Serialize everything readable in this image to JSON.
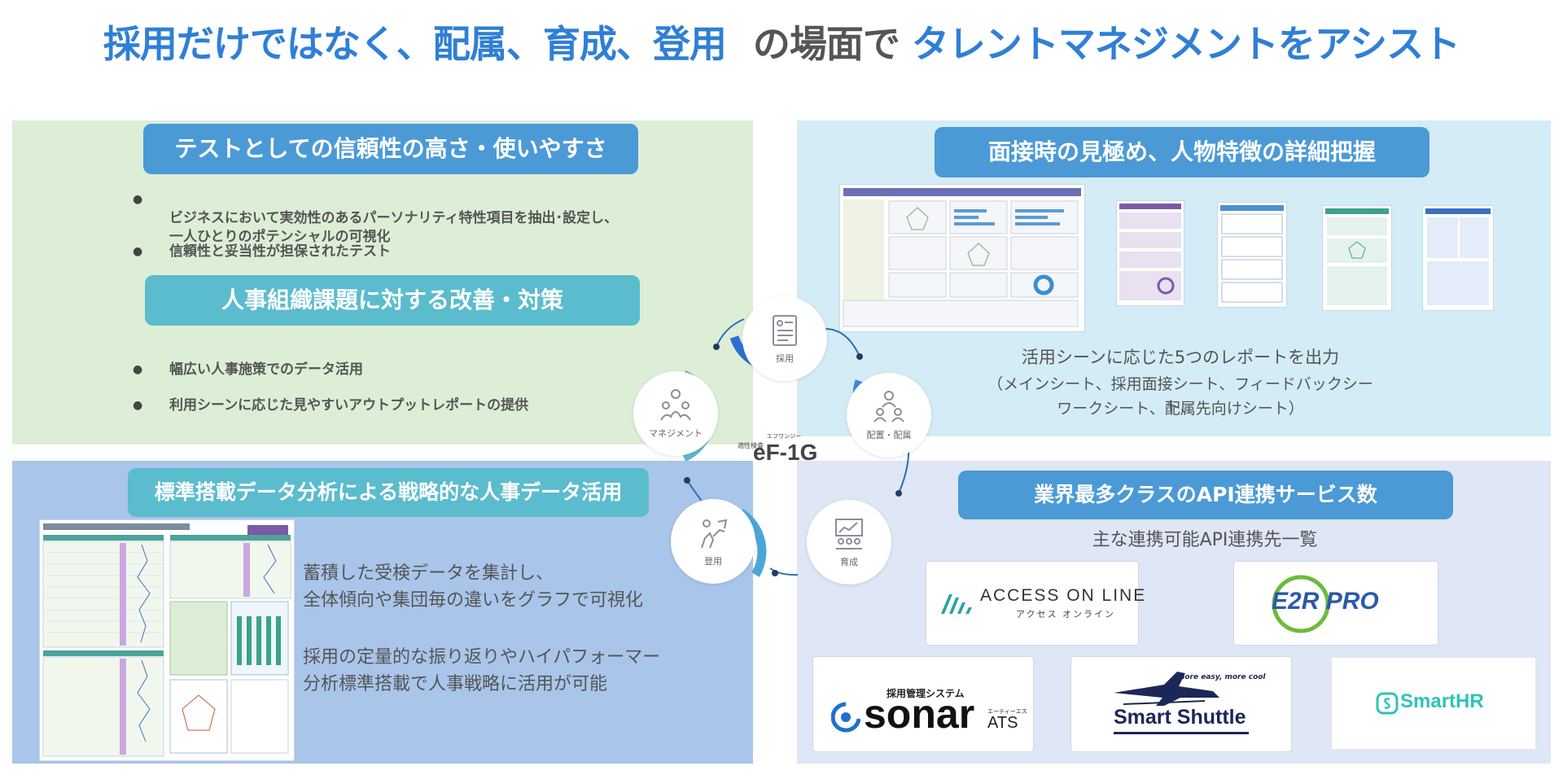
{
  "title": {
    "part1": "採用だけではなく、配属、育成、登用",
    "part2": "の場面で",
    "part3": "タレントマネジメントをアシスト"
  },
  "top_left": {
    "heading1": "テストとしての信頼性の高さ・使いやすさ",
    "bullets1": [
      "ビジネスにおいて実効性のあるパーソナリティ特性項目を抽出･設定し、\n一人ひとりのポテンシャルの可視化",
      "信頼性と妥当性が担保されたテスト"
    ],
    "heading2": "人事組織課題に対する改善・対策",
    "bullets2": [
      "幅広い人事施策でのデータ活用",
      "利用シーンに応じた見やすいアウトプットレポートの提供"
    ]
  },
  "top_right": {
    "heading": "面接時の見極め、人物特徴の詳細把握",
    "caption_line1": "活用シーンに応じた5つのレポートを出力",
    "caption_line2": "（メインシート、採用面接シート、フィードバックシート、",
    "caption_line3": "ワークシート、配属先向けシート）"
  },
  "bottom_left": {
    "heading": "標準搭載データ分析による戦略的な人事データ活用",
    "para1_line1": "蓄積した受検データを集計し、",
    "para1_line2": "全体傾向や集団毎の違いをグラフで可視化",
    "para2_line1": "採用の定量的な振り返りやハイパフォーマー",
    "para2_line2": "分析標準搭載で人事戦略に活用が可能"
  },
  "bottom_right": {
    "heading": "業界最多クラスのAPI連携サービス数",
    "subheading": "主な連携可能API連携先一覧",
    "logos": {
      "access_main": "ACCESS ON LINE",
      "access_sub": "アクセス オンライン",
      "e2r": "E2R PRO",
      "sonar_top": "採用管理システム",
      "sonar_main": "sonar",
      "sonar_ats_kana": "エーティーエス",
      "sonar_ats": "ATS",
      "shuttle_tag": "more easy, more cool",
      "shuttle_main": "Smart Shuttle",
      "smarthr": "SmartHR"
    }
  },
  "cycle": {
    "center_small": "適性検査",
    "center_kana": "エフワンジー",
    "center_main": "eF-1G",
    "nodes": {
      "saiyo": "採用",
      "haizoku": "配置・配属",
      "ikusei": "育成",
      "toyo": "登用",
      "management": "マネジメント"
    }
  },
  "colors": {
    "title_blue": "#2f7fd6",
    "pill_blue": "#4b9ad6",
    "pill_teal": "#5bbccd",
    "green_panel": "#dcefd6",
    "light_blue_panel": "#d3ecf6",
    "blue_panel": "#a9c5ea",
    "lavender_panel": "#dfe6f6"
  }
}
